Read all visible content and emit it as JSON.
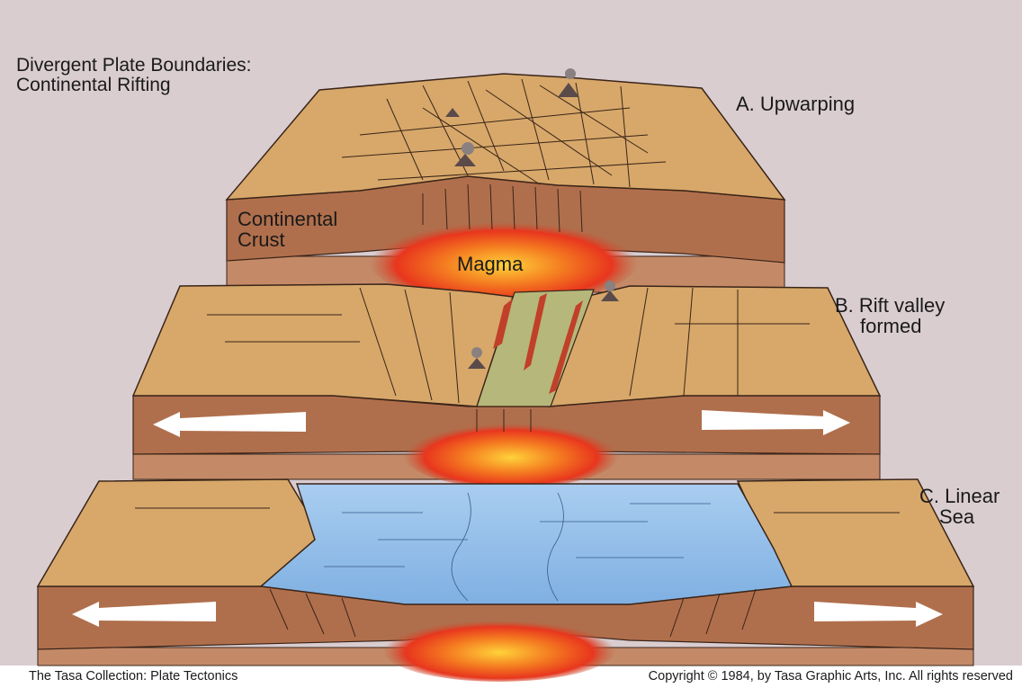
{
  "title": {
    "line1": "Divergent Plate Boundaries:",
    "line2": "Continental Rifting"
  },
  "stages": {
    "a": {
      "label": "A. Upwarping"
    },
    "b": {
      "line1": "B. Rift valley",
      "line2": "formed"
    },
    "c": {
      "line1": "C. Linear",
      "line2": "Sea"
    }
  },
  "labels": {
    "crust_line1": "Continental",
    "crust_line2": "Crust",
    "magma": "Magma"
  },
  "footer": {
    "left": "The Tasa Collection: Plate Tectonics",
    "right": "Copyright © 1984, by Tasa Graphic Arts, Inc. All rights reserved"
  },
  "colors": {
    "background": "#d9cdd0",
    "land_top": "#d7a86a",
    "crust_side": "#b06f4c",
    "mantle": "#c48a68",
    "magma_core": "#ffd23a",
    "magma_edge": "#e8361e",
    "sea": "#8fbde8",
    "arrow": "#ffffff"
  }
}
